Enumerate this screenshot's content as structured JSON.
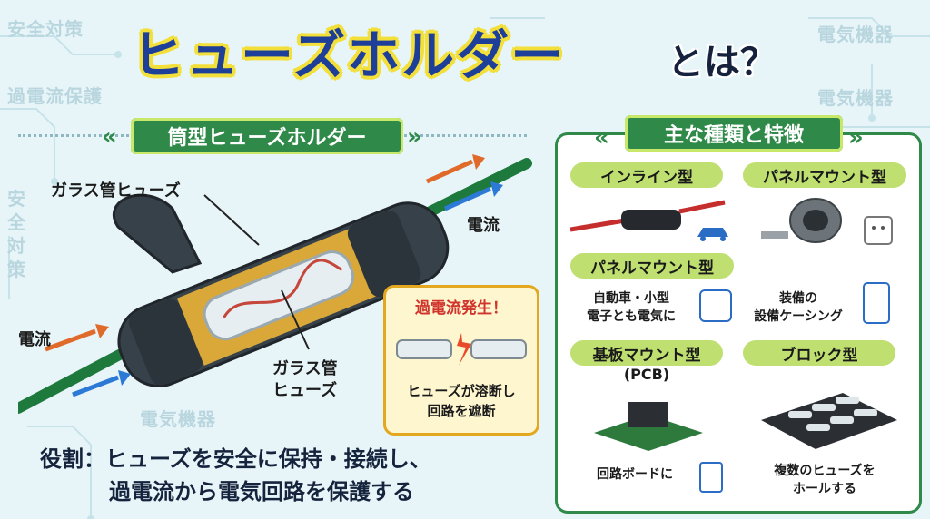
{
  "title": {
    "main": "ヒューズホルダー",
    "sub": "とは？"
  },
  "watermarks": [
    "安全対策",
    "過電流保護",
    "電気機器",
    "電気機器",
    "安全対策",
    "電気機器"
  ],
  "left_section": {
    "tag": "筒型ヒューズホルダー",
    "label_glass_fuse": "ガラス管ヒューズ",
    "label_current_left": "電流",
    "label_current_right": "電流",
    "label_glass_tube_1": "ガラス管",
    "label_glass_tube_2": "ヒューズ"
  },
  "overcurrent": {
    "title": "過電流発生！",
    "line1": "ヒューズが溶断し",
    "line2": "回路を遮断"
  },
  "role": {
    "line1": "役割：ヒューズを安全に保持・接続し、",
    "line2": "過電流から電気回路を保護する"
  },
  "right_section": {
    "tag": "主な種類と特徴",
    "types": [
      {
        "name": "インライン型"
      },
      {
        "name": "パネルマウント型"
      },
      {
        "name": "パネルマウント型",
        "desc1": "自動車・小型",
        "desc2": "電子とも電気に"
      },
      {
        "desc1": "装備の",
        "desc2": "設備ケーシング"
      },
      {
        "name": "基板マウント型",
        "name2": "(PCB)",
        "desc1": "回路ボードに"
      },
      {
        "name": "ブロック型",
        "desc1": "複数のヒューズを",
        "desc2": "ホールする"
      }
    ]
  },
  "colors": {
    "accent_green": "#2f8a49",
    "pill_green": "#bfe071",
    "title_blue": "#1d3f9a",
    "title_yellow": "#f2df3a",
    "alert_red": "#d0342c"
  }
}
